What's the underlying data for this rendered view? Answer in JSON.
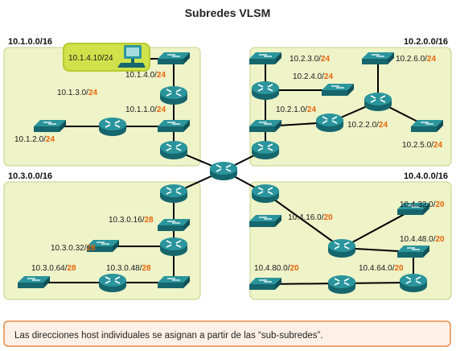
{
  "title": "Subredes VLSM",
  "colors": {
    "quadrant_fill": "#eef3c8",
    "quadrant_border": "#c4d08a",
    "link": "#000000",
    "device": "#1f7f86",
    "mask": "#e8650a",
    "highlight": "#cfe24a",
    "footer_border": "#e38b4a"
  },
  "quadrants": [
    {
      "id": "tl",
      "network": "10.1.0.0/16"
    },
    {
      "id": "tr",
      "network": "10.2.0.0/16"
    },
    {
      "id": "bl",
      "network": "10.3.0.0/16"
    },
    {
      "id": "br",
      "network": "10.4.0.0/16"
    }
  ],
  "host": {
    "address": "10.1.4.10/24",
    "icon": "pc-icon"
  },
  "subnets": [
    {
      "net": "10.1.4.0/",
      "mask": "24"
    },
    {
      "net": "10.1.3.0/",
      "mask": "24"
    },
    {
      "net": "10.1.1.0/",
      "mask": "24"
    },
    {
      "net": "10.1.2.0/",
      "mask": "24"
    },
    {
      "net": "10.2.3.0/",
      "mask": "24"
    },
    {
      "net": "10.2.4.0/",
      "mask": "24"
    },
    {
      "net": "10.2.6.0/",
      "mask": "24"
    },
    {
      "net": "10.2.1.0/",
      "mask": "24"
    },
    {
      "net": "10.2.2.0/",
      "mask": "24"
    },
    {
      "net": "10.2.5.0/",
      "mask": "24"
    },
    {
      "net": "10.3.0.16/",
      "mask": "28"
    },
    {
      "net": "10.3.0.32/",
      "mask": "28"
    },
    {
      "net": "10.3.0.64/",
      "mask": "28"
    },
    {
      "net": "10.3.0.48/",
      "mask": "28"
    },
    {
      "net": "10.4.16.0/",
      "mask": "20"
    },
    {
      "net": "10.4.32.0/",
      "mask": "20"
    },
    {
      "net": "10.4.48.0/",
      "mask": "20"
    },
    {
      "net": "10.4.80.0/",
      "mask": "20"
    },
    {
      "net": "10.4.64.0/",
      "mask": "20"
    }
  ],
  "caption": "Las direcciones host individuales se asignan a partir de las “sub-subredes”."
}
